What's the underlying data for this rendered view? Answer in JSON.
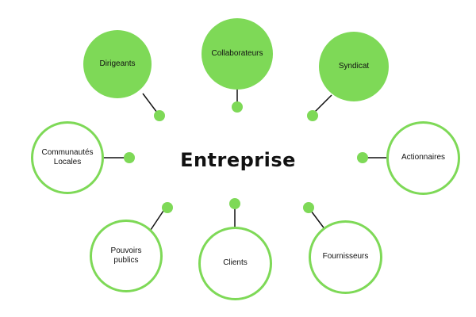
{
  "diagram": {
    "center": "Entreprise",
    "accent_color": "#7ed957",
    "line_color": "#111111",
    "stakeholders": {
      "dirigeants": "Dirigeants",
      "collaborateurs": "Collaborateurs",
      "syndicat": "Syndicat",
      "communautes_locales": "Communautés\nLocales",
      "actionnaires": "Actionnaires",
      "pouvoirs_publics": "Pouvoirs\npublics",
      "clients": "Clients",
      "fournisseurs": "Fournisseurs"
    }
  }
}
